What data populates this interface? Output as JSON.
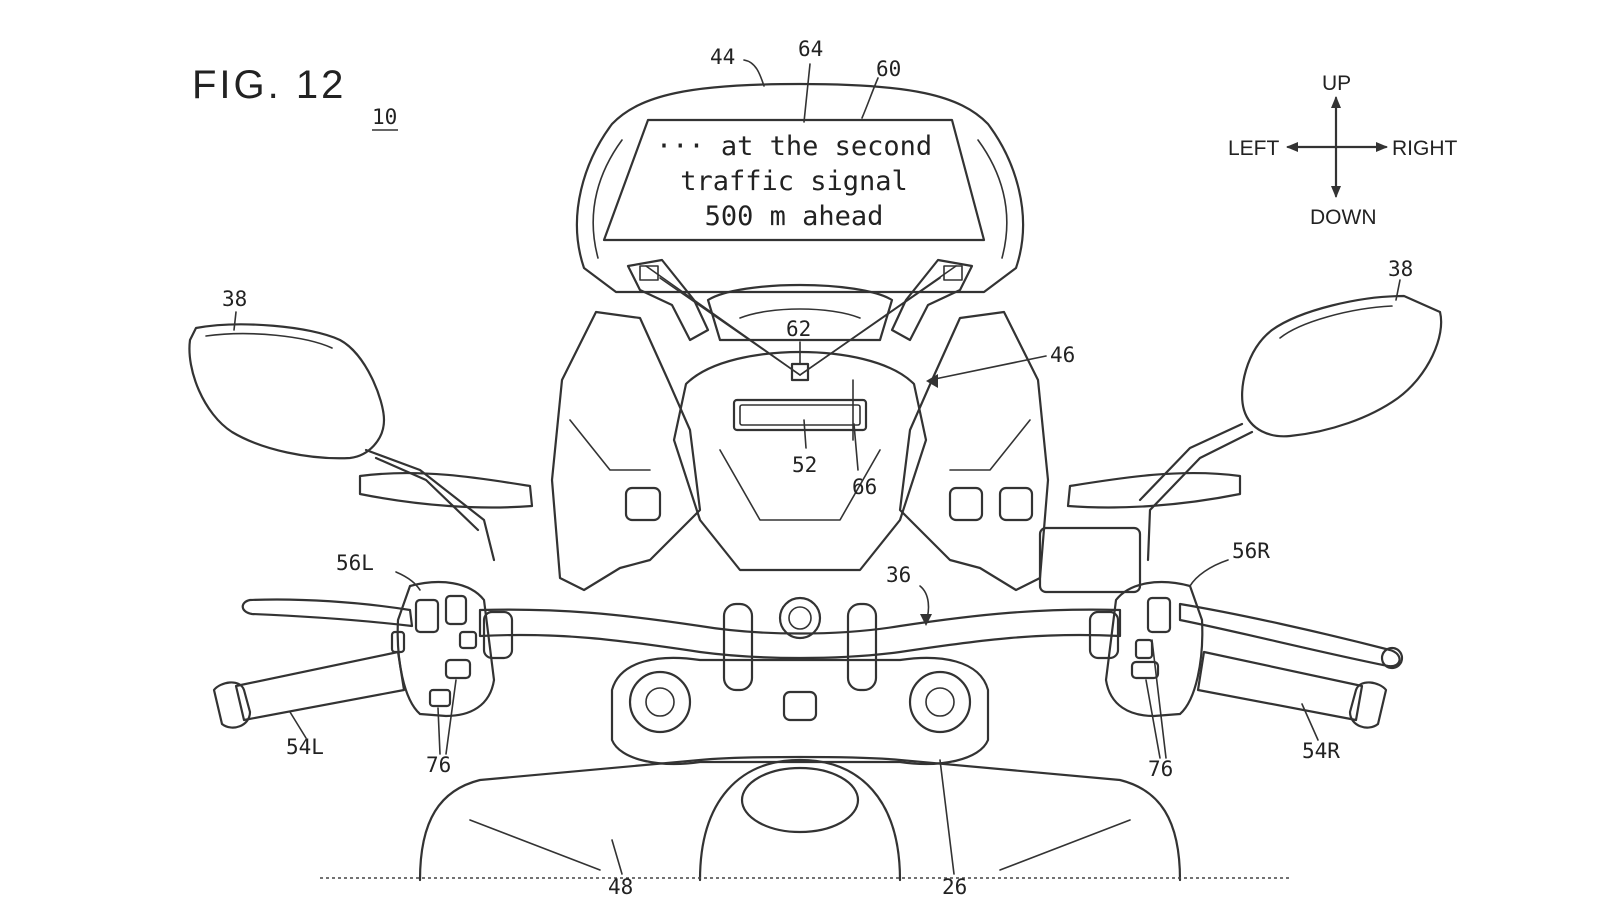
{
  "figure": {
    "title": "FIG. 12",
    "ref_main": "10"
  },
  "hud_display": {
    "line1": "··· at the second",
    "line2": "traffic signal",
    "line3": "500 m ahead"
  },
  "directions": {
    "up": "UP",
    "down": "DOWN",
    "left": "LEFT",
    "right": "RIGHT"
  },
  "reference_labels": {
    "windshield": "44",
    "hud_image": "64",
    "screen": "60",
    "mirror_left": "38",
    "mirror_right": "38",
    "projector": "62",
    "cowl": "46",
    "meter": "52",
    "display_device": "66",
    "handlebar": "36",
    "switch_left": "56L",
    "switch_right": "56R",
    "grip_left": "54L",
    "grip_right": "54R",
    "buttons_left": "76",
    "buttons_right": "76",
    "fuel_tank": "48",
    "top_bridge": "26"
  }
}
